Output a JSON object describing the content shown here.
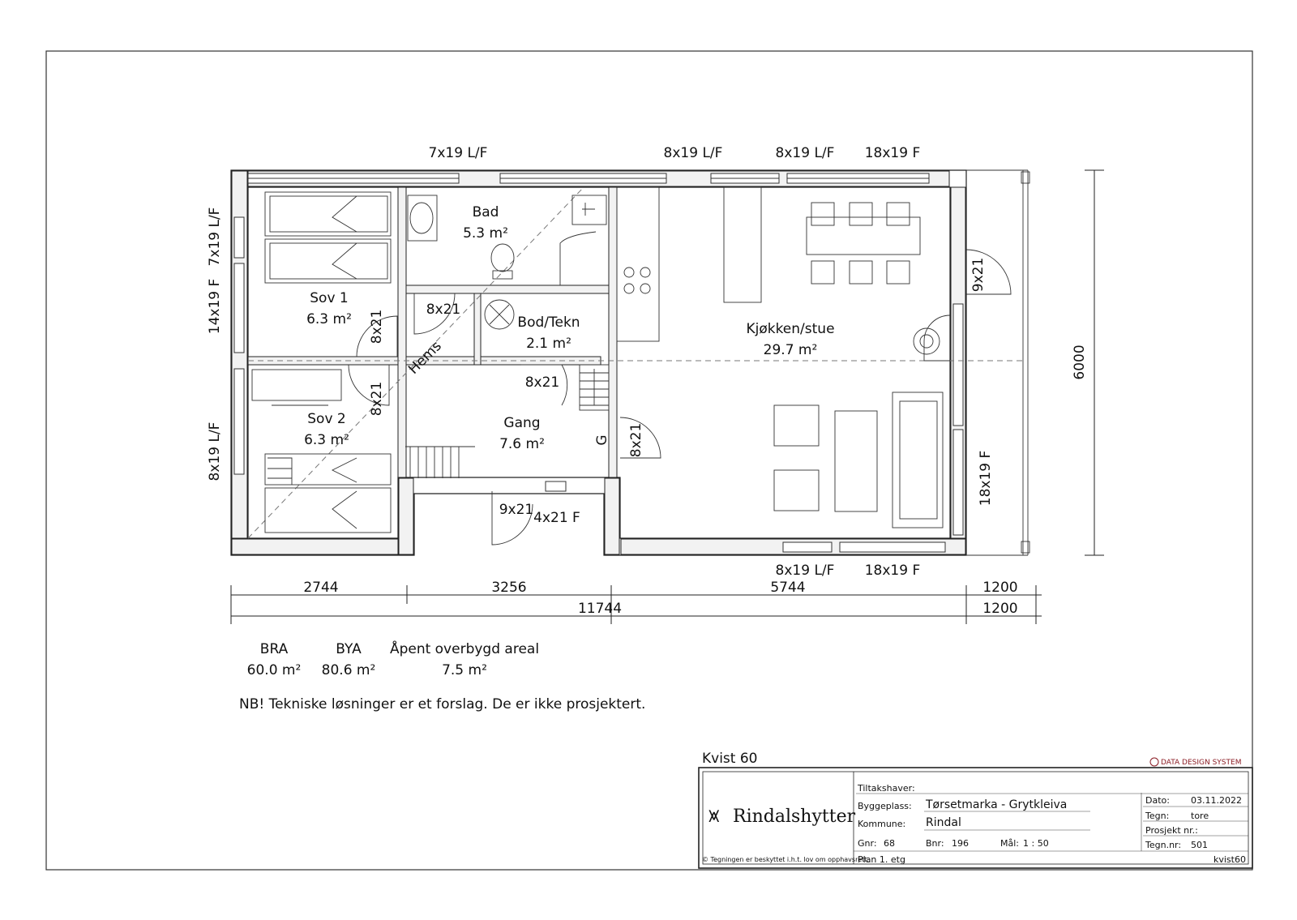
{
  "window_labels": {
    "top_1": "7x19 L/F",
    "top_2": "8x19 L/F",
    "top_3": "8x19 L/F",
    "top_4": "18x19 F",
    "left_1": "7x19 L/F",
    "left_2": "14x19 F",
    "left_3": "8x19 L/F",
    "right_1": "18x19 F",
    "bottom_1": "8x19 L/F",
    "bottom_2": "18x19 F"
  },
  "door_labels": {
    "sov1_door": "8x21",
    "bad_door": "8x21",
    "sov2_door": "8x21",
    "bod_door": "8x21",
    "gang_door": "8x21",
    "terrace_door": "9x21",
    "entry_door": "9x21",
    "entry_window": "4x21 F"
  },
  "rooms": {
    "bad": {
      "name": "Bad",
      "area": "5.3 m²"
    },
    "sov1": {
      "name": "Sov 1",
      "area": "6.3 m²"
    },
    "bod": {
      "name": "Bod/Tekn",
      "area": "2.1 m²"
    },
    "kjokken": {
      "name": "Kjøkken/stue",
      "area": "29.7 m²"
    },
    "sov2": {
      "name": "Sov 2",
      "area": "6.3 m²"
    },
    "gang": {
      "name": "Gang",
      "area": "7.6 m²"
    },
    "hems": "Hems",
    "g": "G"
  },
  "dimensions": {
    "d1": "2744",
    "d2": "3256",
    "d3": "5744",
    "d4": "1200",
    "total": "11744",
    "total_extra": "1200",
    "height": "6000"
  },
  "areas": {
    "bra_label": "BRA",
    "bra_value": "60.0 m²",
    "bya_label": "BYA",
    "bya_value": "80.6 m²",
    "open_label": "Åpent overbygd areal",
    "open_value": "7.5 m²"
  },
  "note": "NB! Tekniske løsninger er et forslag. De er ikke prosjektert.",
  "title_block": {
    "model": "Kvist 60",
    "dds": "DATA DESIGN SYSTEM",
    "brand": "Rindalshytter",
    "tiltakshaver_label": "Tiltakshaver:",
    "byggeplass_label": "Byggeplass:",
    "byggeplass_value": "Tørsetmarka - Grytkleiva",
    "kommune_label": "Kommune:",
    "kommune_value": "Rindal",
    "gnr_label": "Gnr:",
    "gnr_value": "68",
    "bnr_label": "Bnr:",
    "bnr_value": "196",
    "maal_label": "Mål:",
    "maal_value": "1 :   50",
    "plan": "Plan 1. etg",
    "copyright": "© Tegningen er beskyttet i.h.t. lov om opphavsrett.",
    "dato_label": "Dato:",
    "dato_value": "03.11.2022",
    "tegn_label": "Tegn:",
    "tegn_value": "tore",
    "prosjekt_label": "Prosjekt nr.:",
    "prosjekt_value": "",
    "tegnnr_label": "Tegn.nr:",
    "tegnnr_value": "501",
    "code": "kvist60"
  }
}
